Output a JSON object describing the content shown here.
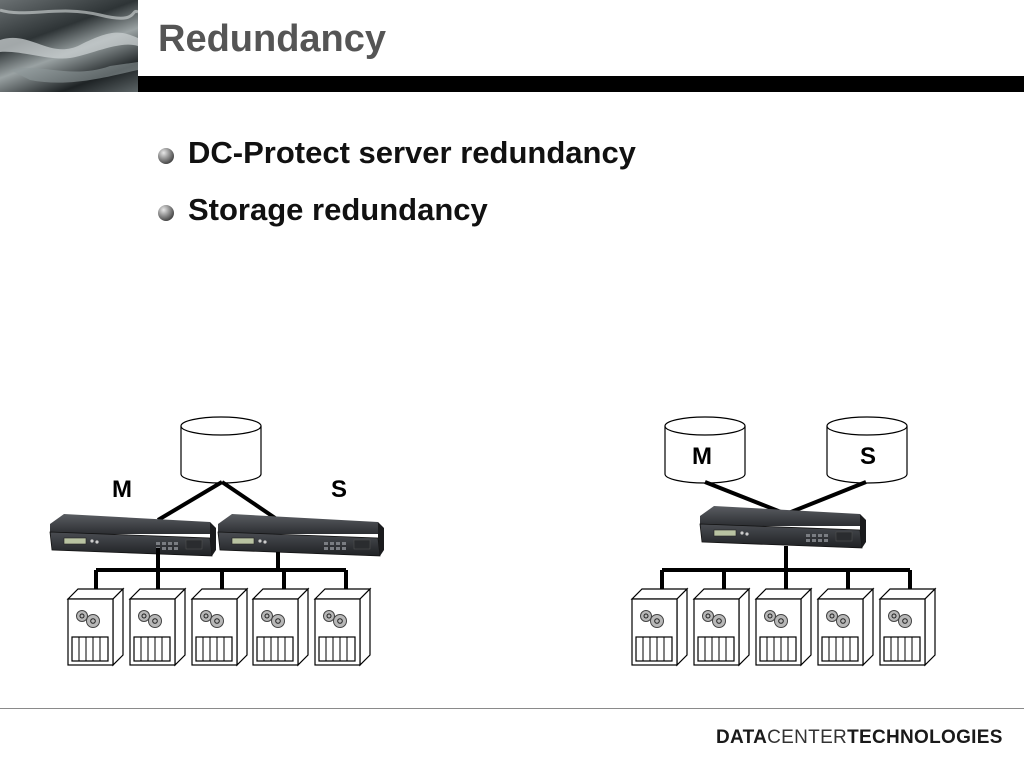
{
  "slide": {
    "title": "Redundancy",
    "bullets": [
      "DC-Protect server redundancy",
      "Storage redundancy"
    ]
  },
  "left_diagram": {
    "master_label": "M",
    "slave_label": "S",
    "server_count": 5
  },
  "right_diagram": {
    "master_storage_label": "M",
    "slave_storage_label": "S",
    "server_count": 5
  },
  "footer": {
    "logo_part1": "DATA",
    "logo_part2": "CENTER",
    "logo_part3": "TECHNOLOGIES"
  }
}
